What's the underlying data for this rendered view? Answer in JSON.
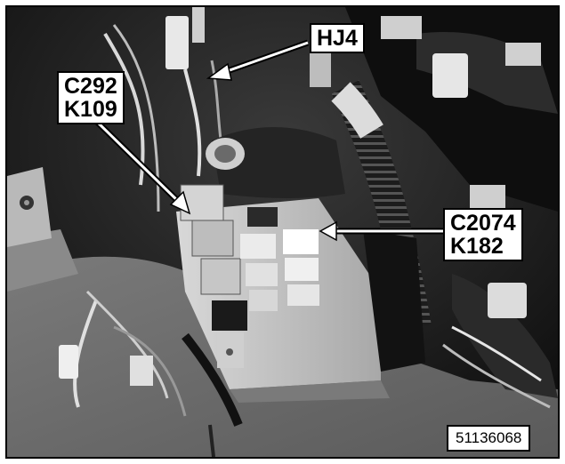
{
  "labels": {
    "hj4": "HJ4",
    "c292": "C292",
    "k109": "K109",
    "c2074": "C2074",
    "k182": "K182"
  },
  "figure_number": "51136068"
}
